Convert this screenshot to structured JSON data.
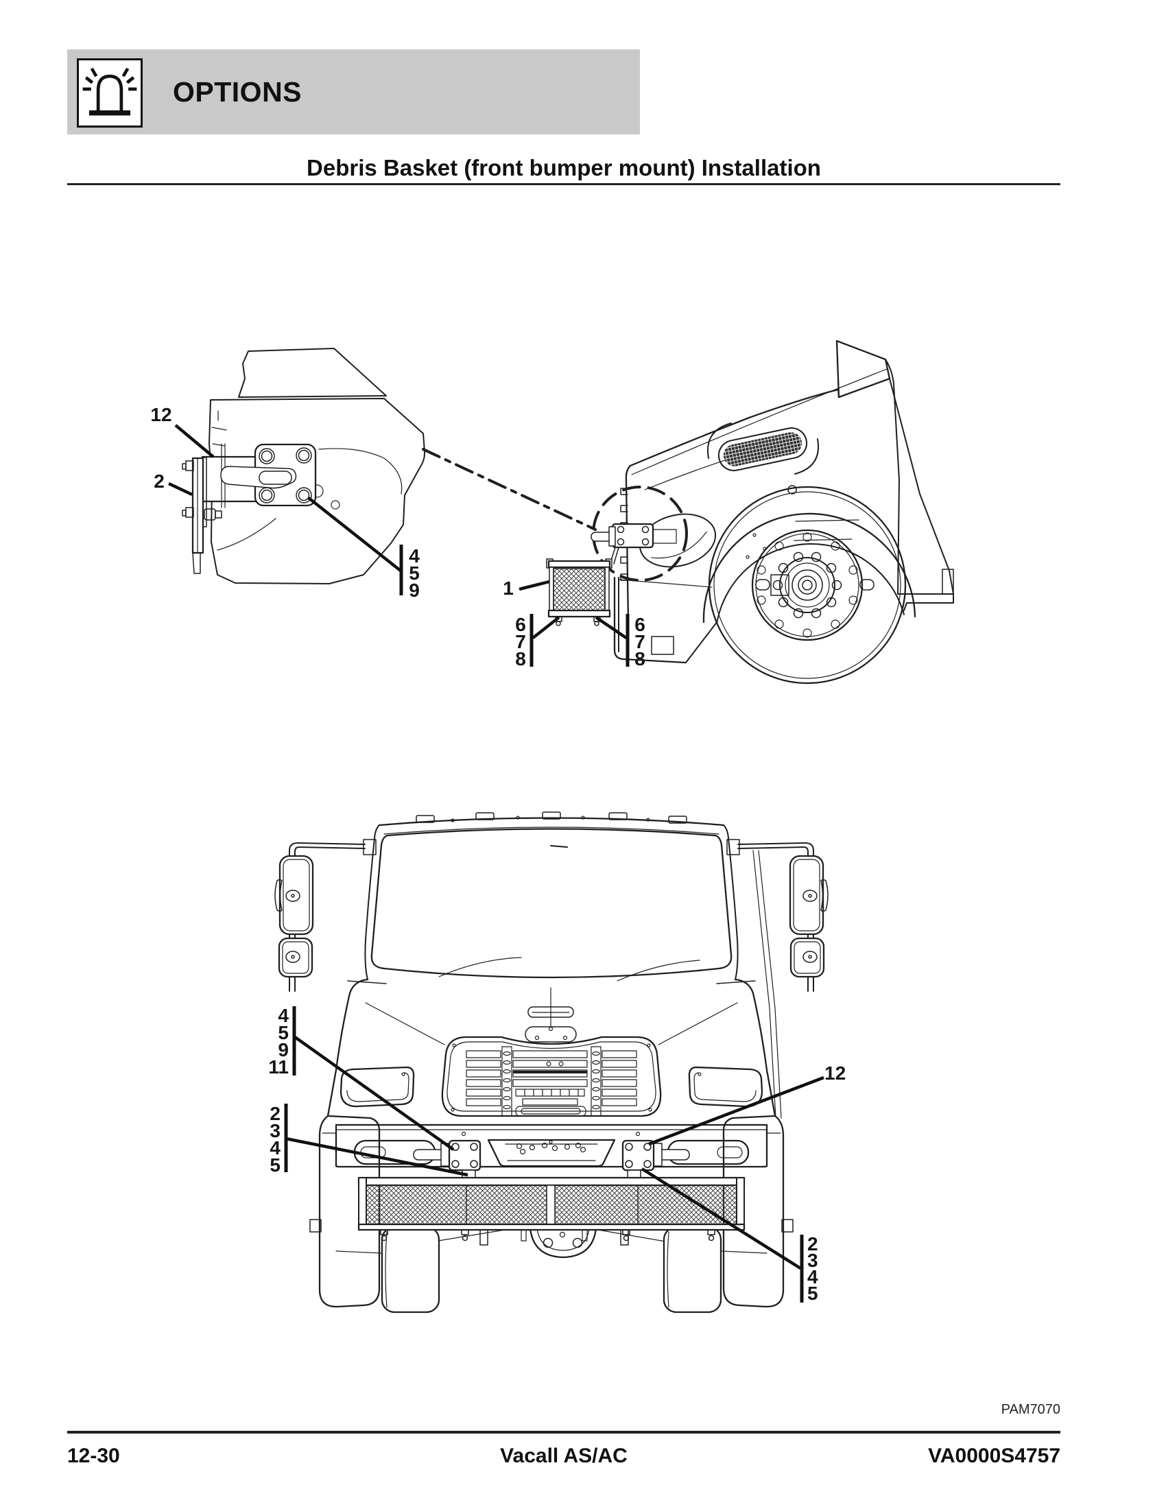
{
  "colors": {
    "header_bar": "#c9c9c9",
    "ink": "#111111",
    "paper": "#ffffff"
  },
  "header": {
    "label": "OPTIONS",
    "icon": "beacon-light-icon"
  },
  "title": {
    "text": "Debris Basket (front bumper mount) Installation"
  },
  "figures": {
    "side_view": {
      "description": "truck-front-side-view-with-bracket-detail",
      "callouts": {
        "c12": "12",
        "c2": "2",
        "g459": [
          "4",
          "5",
          "9"
        ],
        "c1": "1",
        "g678_left": [
          "6",
          "7",
          "8"
        ],
        "g678_right": [
          "6",
          "7",
          "8"
        ]
      }
    },
    "front_view": {
      "description": "truck-front-view-with-debris-basket",
      "callouts": {
        "g45911": [
          "4",
          "5",
          "9",
          "11"
        ],
        "g2345_left": [
          "2",
          "3",
          "4",
          "5"
        ],
        "c12": "12",
        "g2345_right": [
          "2",
          "3",
          "4",
          "5"
        ]
      }
    }
  },
  "figure_code": "PAM7070",
  "footer": {
    "page_number": "12-30",
    "center": "Vacall AS/AC",
    "right": "VA0000S4757"
  }
}
